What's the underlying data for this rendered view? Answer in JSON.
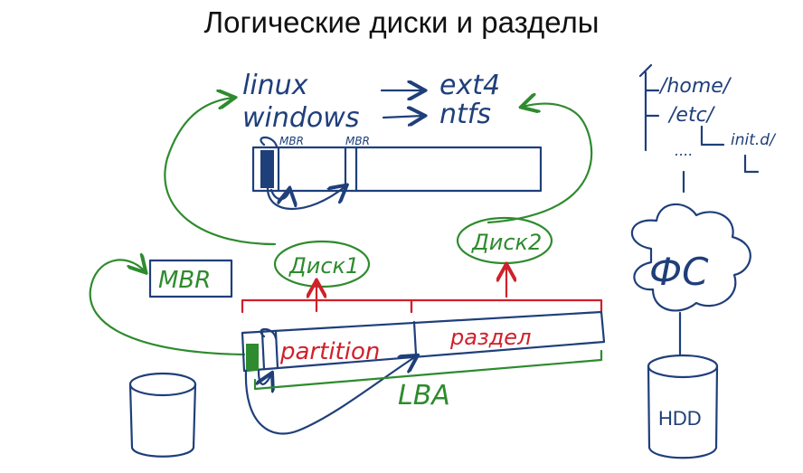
{
  "title": "Логические диски и разделы",
  "os_mapping": [
    {
      "os": "linux",
      "fs": "ext4"
    },
    {
      "os": "windows",
      "fs": "ntfs"
    }
  ],
  "top_bar_labels": [
    "MBR",
    "MBR"
  ],
  "disks": [
    "Диск1",
    "Диск2"
  ],
  "mbr_box": "MBR",
  "partitions": [
    "partition",
    "раздел"
  ],
  "lba": "LBA",
  "tree": [
    "/home/",
    "/etc/",
    "init.d/",
    "....",
    "L"
  ],
  "fs_cloud": "ФС",
  "hdd": "HDD",
  "colors": {
    "blue": "#1f3f7a",
    "green": "#2e8b2e",
    "red": "#d0202a"
  }
}
